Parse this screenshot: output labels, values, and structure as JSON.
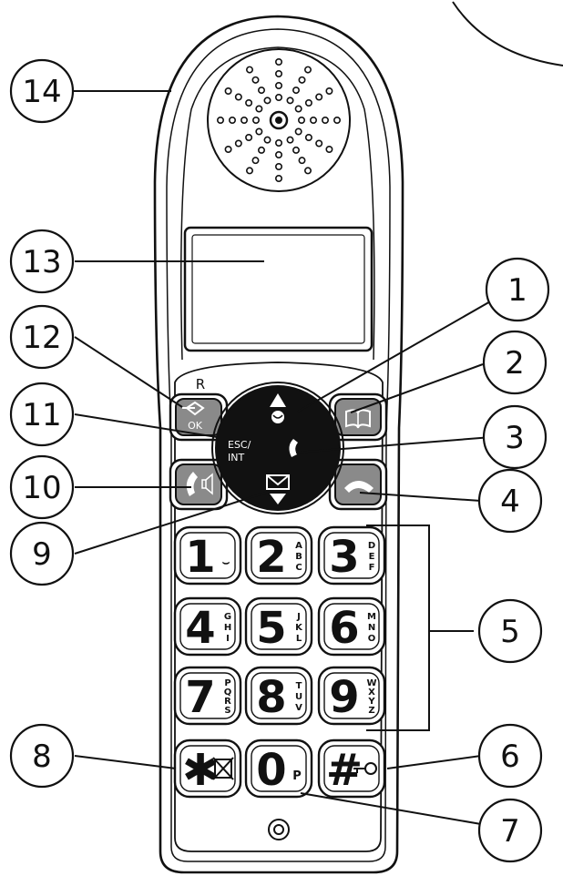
{
  "labels": {
    "r": "R",
    "ok": "OK",
    "esc": "ESC/",
    "int": "INT"
  },
  "callouts": [
    "1",
    "2",
    "3",
    "4",
    "5",
    "6",
    "7",
    "8",
    "9",
    "10",
    "11",
    "12",
    "13",
    "14"
  ],
  "keys": [
    {
      "digit": "1",
      "letters": "⌣"
    },
    {
      "digit": "2",
      "letters": "ABC"
    },
    {
      "digit": "3",
      "letters": "DEF"
    },
    {
      "digit": "4",
      "letters": "GHI"
    },
    {
      "digit": "5",
      "letters": "JKL"
    },
    {
      "digit": "6",
      "letters": "MNO"
    },
    {
      "digit": "7",
      "letters": "PQRS"
    },
    {
      "digit": "8",
      "letters": "TUV"
    },
    {
      "digit": "9",
      "letters": "WXYZ"
    },
    {
      "digit": "✱",
      "letters": ""
    },
    {
      "digit": "0",
      "letters": "P"
    },
    {
      "digit": "#",
      "letters": ""
    }
  ],
  "icons": {
    "up_arrow": "up-arrow-icon",
    "mail": "envelope-icon",
    "book": "phonebook-icon",
    "talk": "talk-icon",
    "speaker": "speaker-icon",
    "hangup": "hangup-icon",
    "menu": "menu-arrow-icon",
    "mute": "mute-icon",
    "key_lock": "keylock-icon"
  }
}
